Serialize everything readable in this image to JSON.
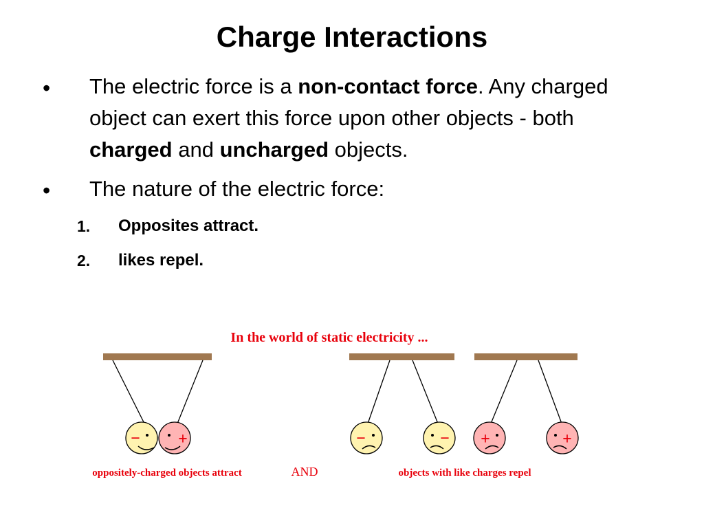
{
  "slide": {
    "title": "Charge Interactions",
    "bullets": [
      {
        "marker": "•",
        "segments": [
          {
            "text": "The electric force is a ",
            "bold": false
          },
          {
            "text": "non-contact force",
            "bold": true
          },
          {
            "text": ". Any charged object can exert this force upon other objects - both ",
            "bold": false
          },
          {
            "text": "charged",
            "bold": true
          },
          {
            "text": " and ",
            "bold": false
          },
          {
            "text": "uncharged",
            "bold": true
          },
          {
            "text": " objects.",
            "bold": false
          }
        ]
      },
      {
        "marker": "•",
        "segments": [
          {
            "text": "The nature of the electric force:",
            "bold": false
          }
        ]
      }
    ],
    "numbered": [
      {
        "number": "1.",
        "text": "Opposites attract."
      },
      {
        "number": "2.",
        "text": "likes repel."
      }
    ]
  },
  "figure": {
    "heading": "In the world of static electricity ...",
    "caption_left": "oppositely-charged objects attract",
    "caption_and": "AND",
    "caption_right": "objects with like charges repel",
    "signs": {
      "neg": "−",
      "pos": "+"
    },
    "colors": {
      "text": "#e8000b",
      "bar": "#a07850",
      "neg_ball": "#fff3b0",
      "pos_ball": "#ffb4b4",
      "string": "#000000"
    }
  }
}
